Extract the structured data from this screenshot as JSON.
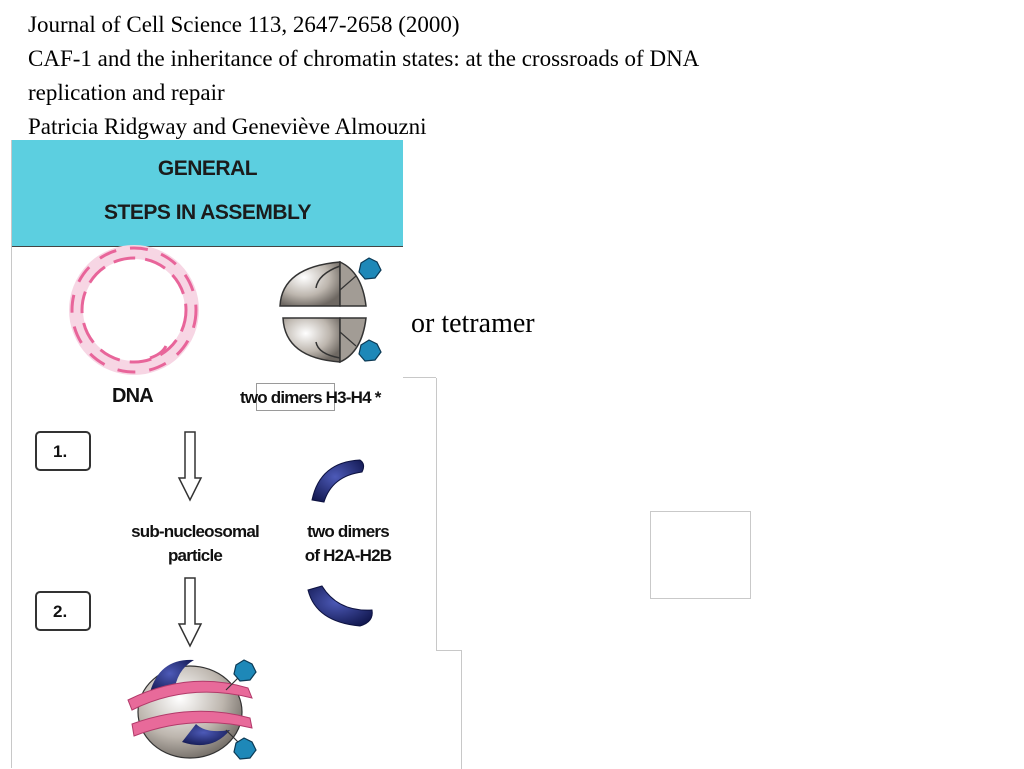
{
  "citation": {
    "line1": "Journal of Cell Science 113, 2647-2658 (2000)",
    "line2": "CAF-1 and the inheritance of chromatin states: at the crossroads of DNA",
    "line3": "replication and repair",
    "line4": "Patricia Ridgway and Geneviève Almouzni"
  },
  "figure": {
    "header_line1": "GENERAL",
    "header_line2": "STEPS IN ASSEMBLY",
    "dna_label": "DNA",
    "dimer_label": "two dimers H3-H4 *",
    "step1": "1.",
    "step2": "2.",
    "subnucleosomal_line1": "sub-nucleosomal",
    "subnucleosomal_line2": "particle",
    "h2a_line1": "two dimers",
    "h2a_line2": "of H2A-H2B"
  },
  "annotation": {
    "or_tetramer": "or tetramer"
  },
  "colors": {
    "header_bg": "#5ccfe0",
    "dna": "#e8659a",
    "histone_h3h4": "#bdb6ae",
    "histone_tag": "#1e88b8",
    "histone_h2a": "#1a2470"
  }
}
